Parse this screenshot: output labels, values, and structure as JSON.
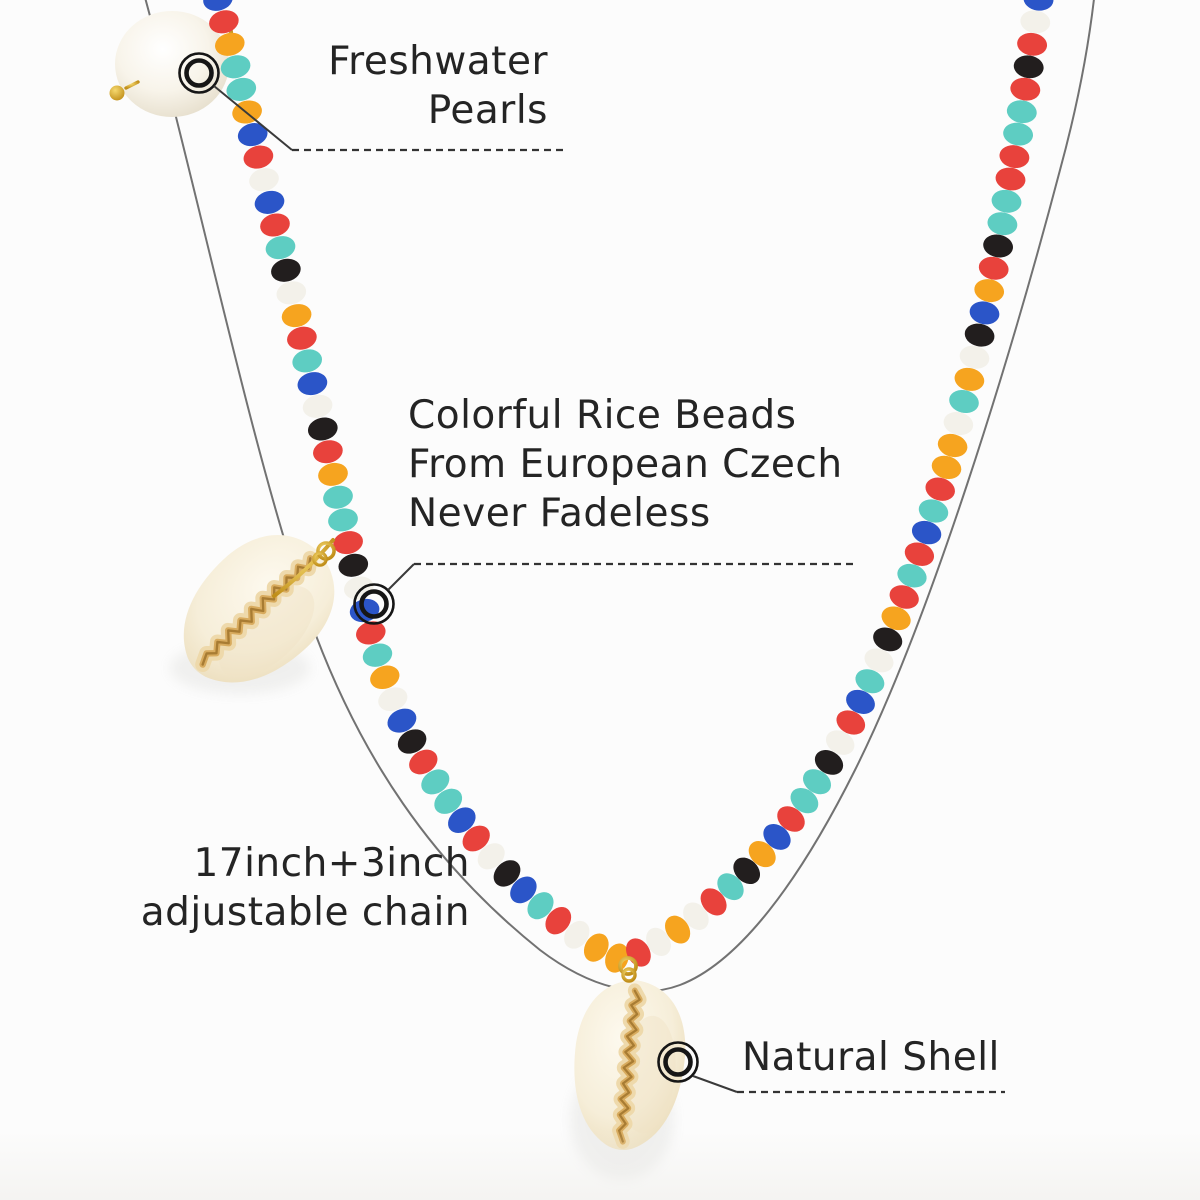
{
  "colors": {
    "background": "#fcfcfc",
    "text": "#242424",
    "annotation_line": "#3a3a3a",
    "chain": "#4f4f4f",
    "gold": "#d7a326",
    "marker": "#161616"
  },
  "annotations": {
    "marker_icon": "target-circle-icon",
    "freshwater_pearls": {
      "lines": [
        "Freshwater",
        "Pearls"
      ]
    },
    "rice_beads": {
      "lines": [
        "Colorful Rice Beads",
        "From European Czech",
        "Never Fadeless"
      ]
    },
    "adjustable_chain": {
      "lines": [
        "17inch+3inch",
        "adjustable chain"
      ]
    },
    "natural_shell": {
      "lines": [
        "Natural Shell"
      ]
    }
  },
  "necklace": {
    "bead_palette": {
      "red": "#e8423c",
      "teal": "#5ecdc2",
      "blue": "#2b55c8",
      "orange": "#f6a41f",
      "white": "#f3f1ea",
      "black": "#221e1e"
    },
    "left_bead_sequence": [
      "blue",
      "red",
      "orange",
      "teal",
      "teal",
      "orange",
      "blue",
      "red",
      "white",
      "blue",
      "red",
      "teal",
      "black",
      "white",
      "orange",
      "red",
      "teal",
      "blue",
      "white",
      "black",
      "red",
      "orange",
      "teal",
      "teal",
      "red",
      "black",
      "white",
      "blue",
      "red",
      "teal",
      "orange",
      "white",
      "blue",
      "black",
      "red",
      "teal",
      "teal",
      "blue",
      "red",
      "white",
      "black",
      "blue",
      "teal",
      "red",
      "white",
      "orange",
      "orange"
    ],
    "right_bead_sequence": [
      "blue",
      "white",
      "red",
      "black",
      "red",
      "teal",
      "teal",
      "red",
      "red",
      "teal",
      "teal",
      "black",
      "red",
      "orange",
      "blue",
      "black",
      "white",
      "orange",
      "teal",
      "white",
      "orange",
      "orange",
      "red",
      "teal",
      "blue",
      "red",
      "teal",
      "red",
      "orange",
      "black",
      "white",
      "teal",
      "blue",
      "red",
      "white",
      "black",
      "teal",
      "teal",
      "red",
      "blue",
      "orange",
      "black",
      "teal",
      "red",
      "white",
      "orange",
      "white",
      "red"
    ],
    "pendants": [
      "freshwater-pearl",
      "cowrie-shell-left",
      "cowrie-shell-bottom"
    ]
  }
}
